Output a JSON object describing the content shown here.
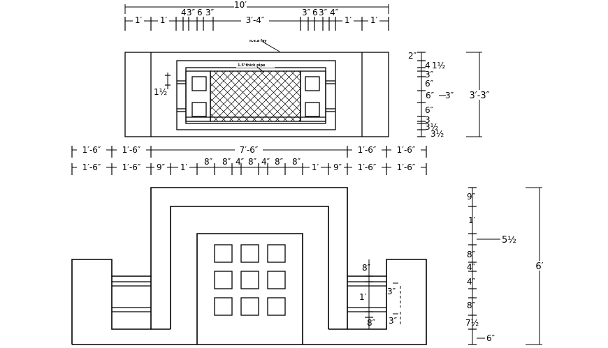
{
  "top_plan": {
    "overall": "10′",
    "dims_top": [
      "1′",
      "1′",
      "4",
      "3″",
      "6",
      "3″",
      "3′-4″",
      "3″",
      "6",
      "3″",
      "4″",
      "1′",
      "1′"
    ],
    "notes": {
      "top": "n.e.a fay",
      "pipe": "1.5\"thick pipe"
    },
    "small_dim": "1½",
    "right_chain": [
      "2″",
      "4",
      "1½",
      "3″",
      "6″",
      "6″",
      "6″",
      "3",
      "3½",
      "3½"
    ],
    "right_mid": "3″",
    "right_overall": "3′-3″"
  },
  "mid_dims": {
    "row1": [
      "1′-6″",
      "1′-6″",
      "7′-6″",
      "1′-6″",
      "1′-6″"
    ],
    "row2": [
      "1′-6″",
      "1′-6″",
      "9″",
      "1′",
      "8″",
      "8″",
      "4″",
      "8″",
      "4″",
      "8″",
      "8″",
      "1′",
      "9″",
      "1′-6″",
      "1′-6″"
    ]
  },
  "elevation": {
    "right_chain": [
      "9″",
      "1′",
      "5½",
      "8″",
      "4″",
      "4″",
      "8″",
      "7½",
      "6″"
    ],
    "right_overall": "6′",
    "side_dims": [
      "8″",
      "1′",
      "8″",
      "3″",
      "3″"
    ]
  }
}
